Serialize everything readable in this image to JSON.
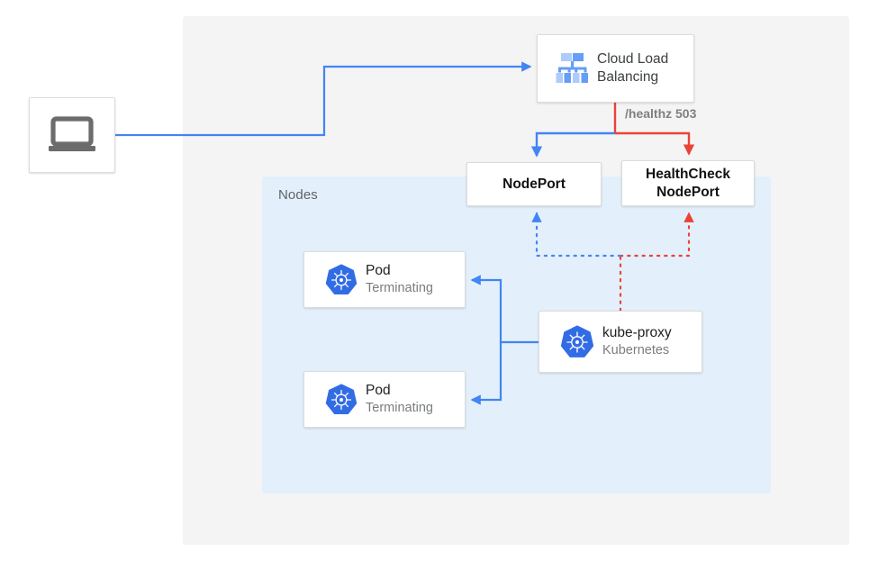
{
  "diagram": {
    "title": "Kubernetes NodePort health check with terminating pods",
    "colors": {
      "blue": "#4285F4",
      "red": "#EA4335",
      "k8s_blue": "#326CE5",
      "zone_gray": "#F4F4F4",
      "zone_blue": "#E3F0FC",
      "text_dark": "#202124",
      "text_muted": "#7A7D80"
    }
  },
  "zones": {
    "outer": {
      "label": ""
    },
    "nodes": {
      "label": "Nodes"
    }
  },
  "client": {
    "icon": "laptop-icon",
    "label": ""
  },
  "load_balancer": {
    "icon": "cloud-load-balancing-icon",
    "title_line1": "Cloud Load",
    "title_line2": "Balancing"
  },
  "nodeport": {
    "label": "NodePort"
  },
  "healthcheck_nodeport": {
    "label_line1": "HealthCheck",
    "label_line2": "NodePort"
  },
  "healthz": {
    "label": "/healthz 503"
  },
  "pods": [
    {
      "icon": "kubernetes-icon",
      "title": "Pod",
      "status": "Terminating"
    },
    {
      "icon": "kubernetes-icon",
      "title": "Pod",
      "status": "Terminating"
    }
  ],
  "kube_proxy": {
    "icon": "kubernetes-icon",
    "title": "kube-proxy",
    "subtitle": "Kubernetes"
  }
}
